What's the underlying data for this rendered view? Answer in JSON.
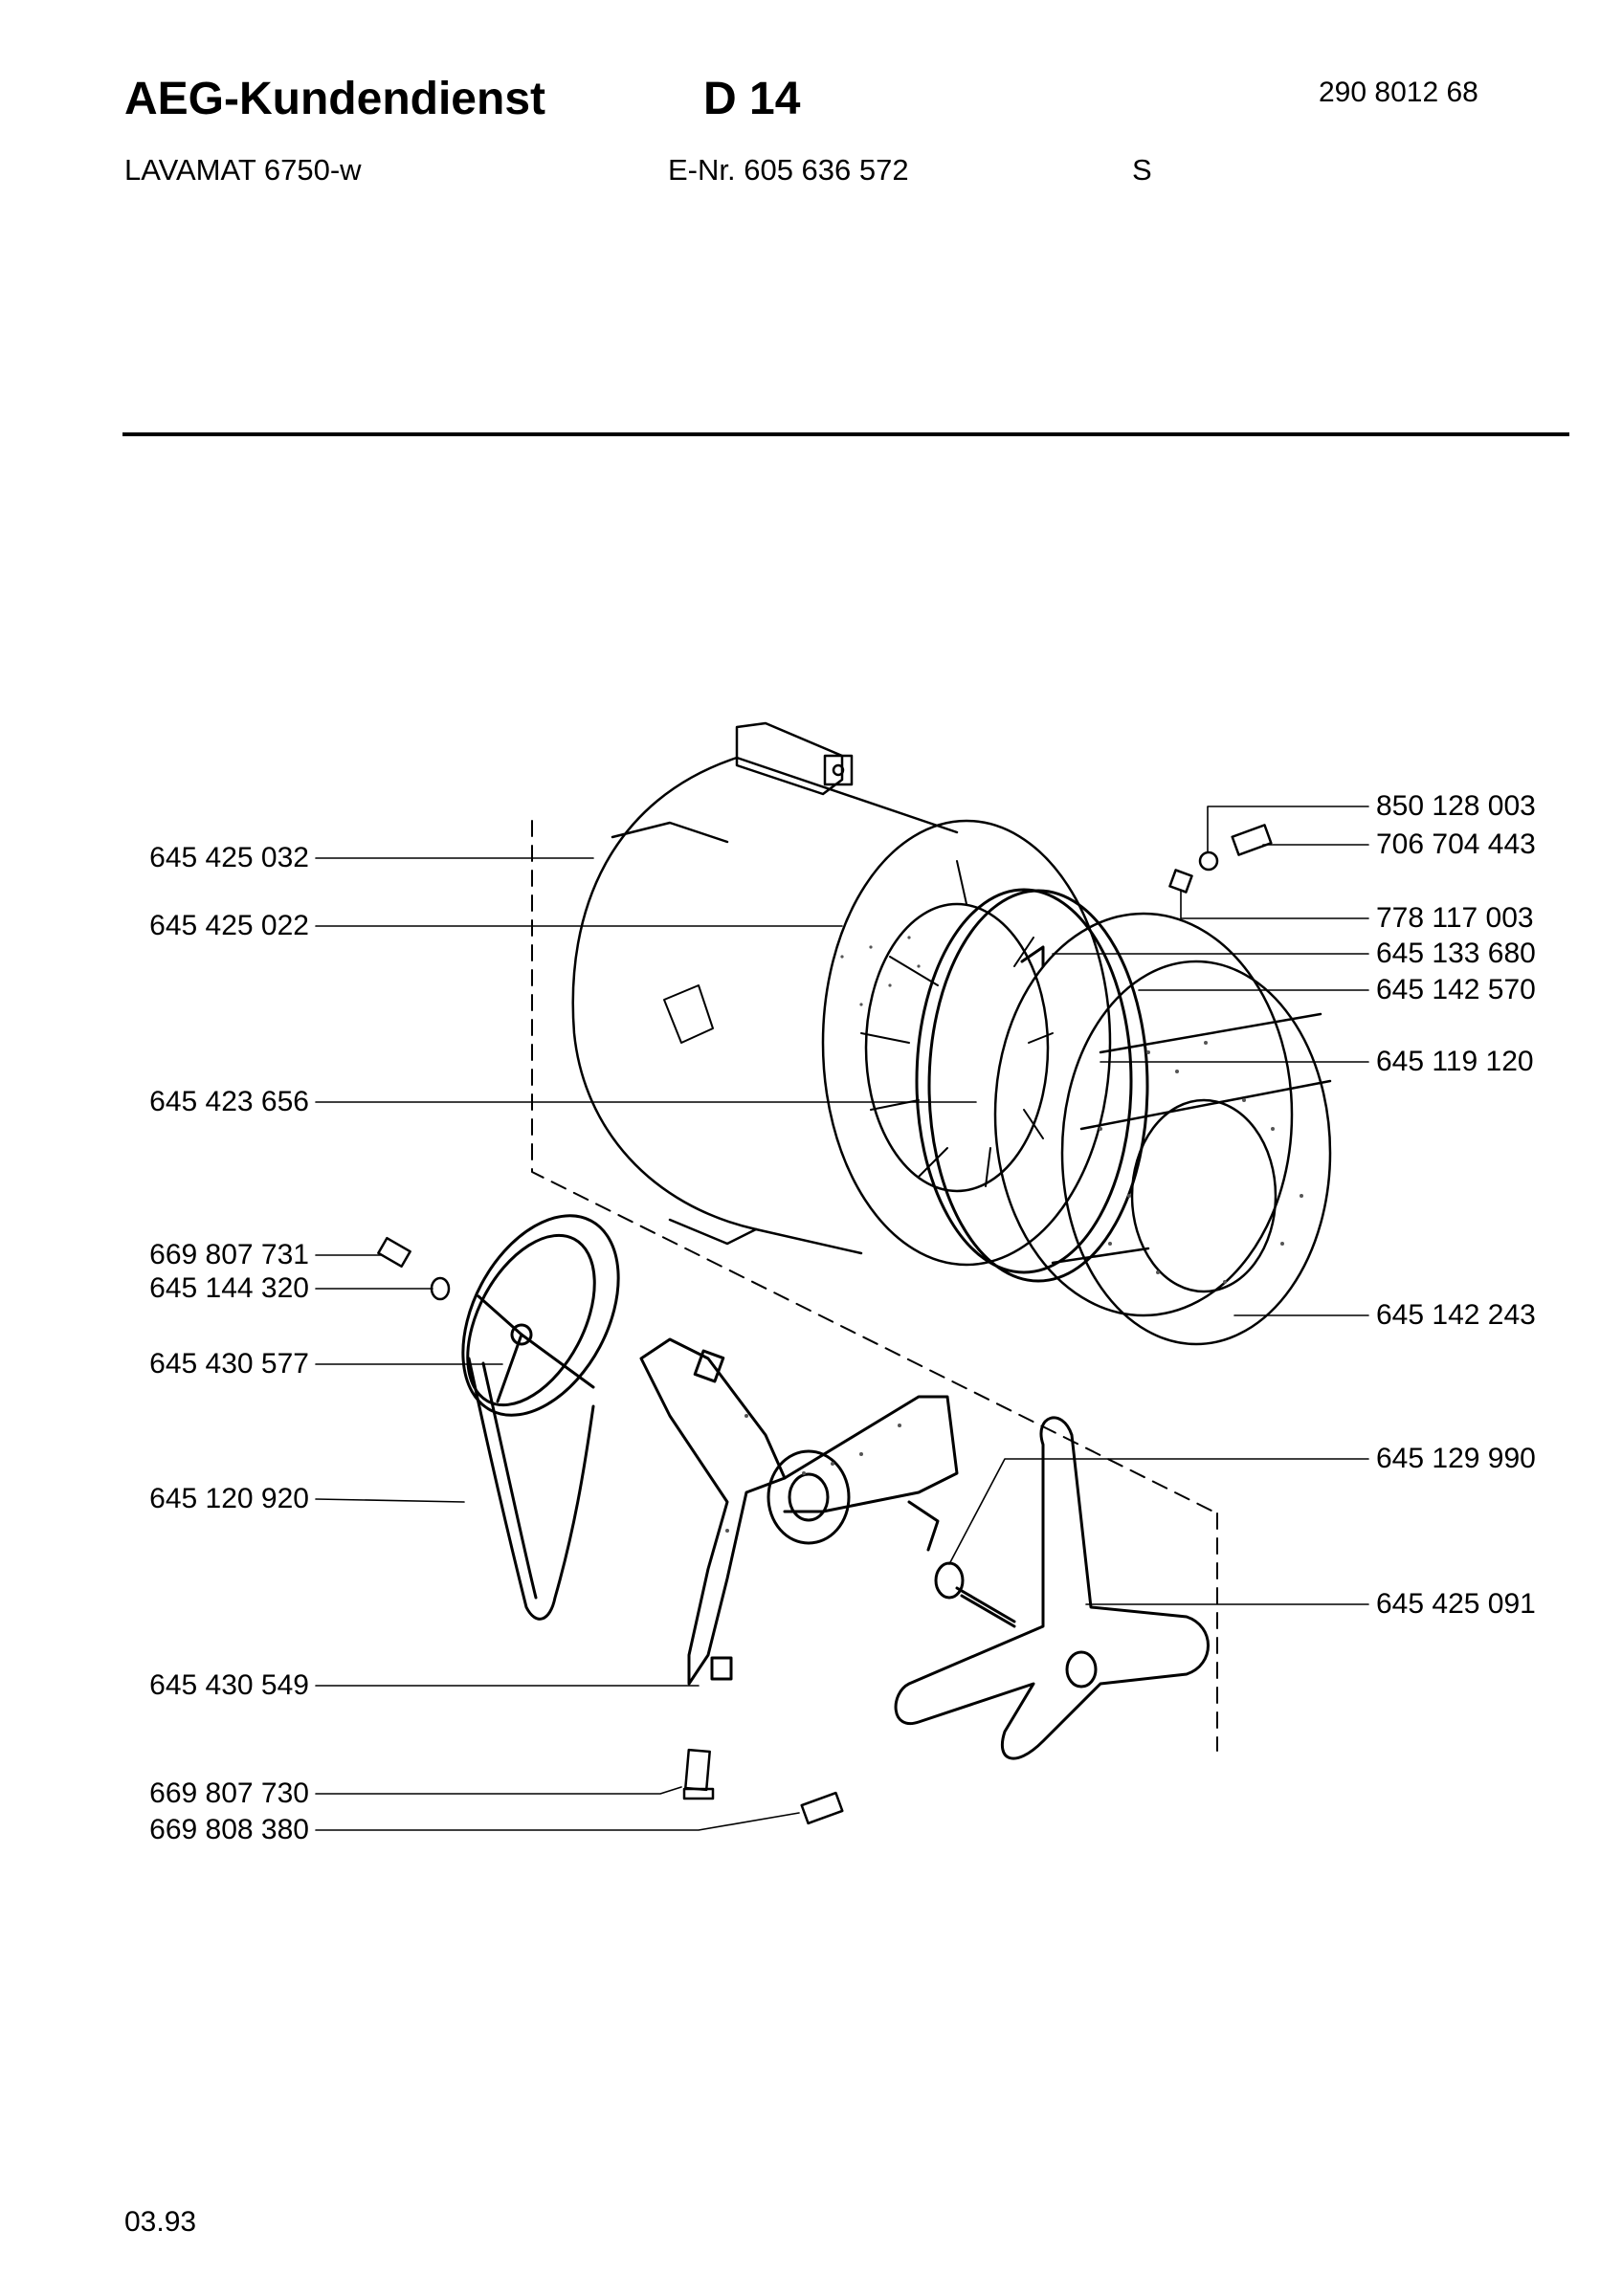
{
  "header": {
    "brand": "AEG-Kundendienst",
    "doc_id": "D 14",
    "doc_number": "290 8012 68",
    "model": "LAVAMAT 6750-w",
    "e_nr": "E-Nr. 605 636 572",
    "variant": "S"
  },
  "footer": {
    "date": "03.93"
  },
  "parts_left": [
    "645 425 032",
    "645 425 022",
    "645 423 656",
    "669 807 731",
    "645 144 320",
    "645 430 577",
    "645 120 920",
    "645 430 549",
    "669 807 730",
    "669 808 380"
  ],
  "parts_right": [
    "850 128 003",
    "706 704 443",
    "778 117 003",
    "645 133 680",
    "645 142 570",
    "645 119 120",
    "645 142 243",
    "645 129 990",
    "645 425 091"
  ]
}
